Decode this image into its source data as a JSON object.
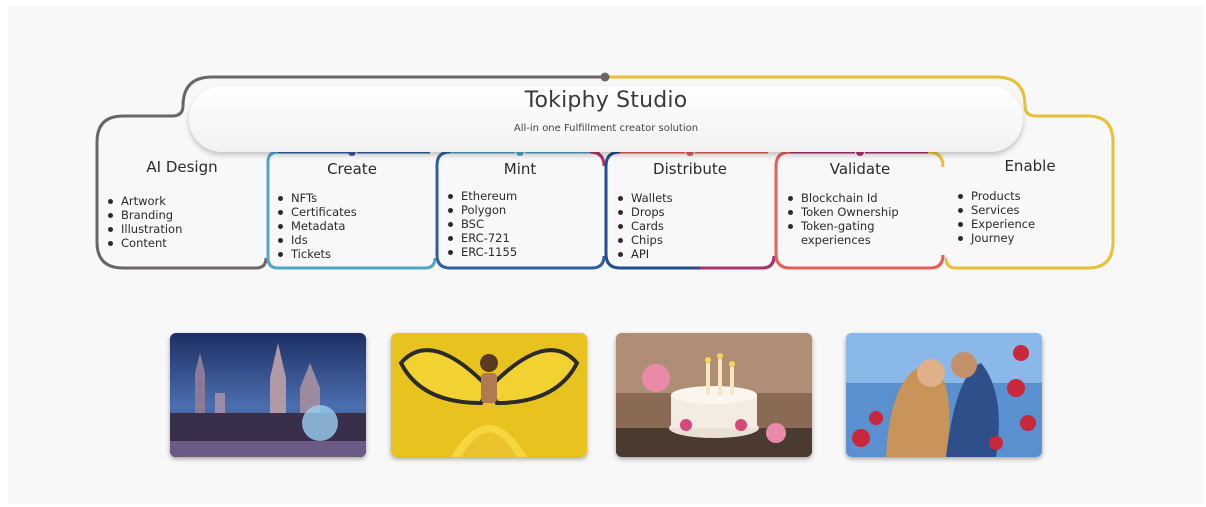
{
  "studio": {
    "title": "Tokiphy Studio",
    "subtitle": "All-in one Fulfillment creator solution"
  },
  "stages": [
    {
      "title": "AI Design",
      "color": "#6b6565",
      "items": [
        "Artwork",
        "Branding",
        "Illustration",
        "Content"
      ]
    },
    {
      "title": "Create",
      "color": "#2f5f9f",
      "items": [
        "NFTs",
        "Certificates",
        "Metadata",
        "Ids",
        "Tickets"
      ]
    },
    {
      "title": "Mint",
      "color": "#4da7c9",
      "items": [
        "Ethereum",
        "Polygon",
        "BSC",
        "ERC-721",
        "ERC-1155"
      ]
    },
    {
      "title": "Distribute",
      "color": "#1f4f8f",
      "items": [
        "Wallets",
        "Drops",
        "Cards",
        "Chips",
        "API"
      ]
    },
    {
      "title": "Validate",
      "color": "#a9336e",
      "items": [
        "Blockchain Id",
        "Token Ownership",
        "Token-gating experiences"
      ]
    },
    {
      "title": "Enable",
      "color": "#e8bf35",
      "items": [
        "Products",
        "Services",
        "Experience",
        "Journey"
      ]
    }
  ],
  "accent_colors": {
    "red": "#e85c57",
    "yellow": "#e8bf35",
    "gray": "#6b6565",
    "teal": "#4da7c9",
    "navy": "#2f5f9f",
    "magenta": "#a9336e"
  },
  "images": [
    {
      "name": "city-cathedral-night"
    },
    {
      "name": "butterfly-wings-woman"
    },
    {
      "name": "birthday-cake-candles"
    },
    {
      "name": "couple-with-roses"
    }
  ]
}
